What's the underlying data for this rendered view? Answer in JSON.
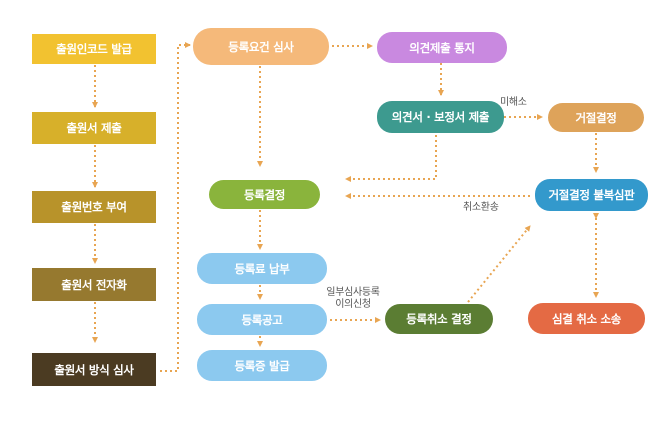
{
  "left_steps": [
    {
      "label": "출원인코드 발급",
      "color": "#f2c230"
    },
    {
      "label": "출원서 제출",
      "color": "#d7b02a"
    },
    {
      "label": "출원번호 부여",
      "color": "#b8932a"
    },
    {
      "label": "출원서 전자화",
      "color": "#96792f"
    },
    {
      "label": "출원서 방식 심사",
      "color": "#4b3b22"
    }
  ],
  "center": {
    "review": "등록요건 심사",
    "decision": "등록결정",
    "fee": "등록료 납부",
    "publication": "등록공고",
    "certificate": "등록증 발급"
  },
  "opinion": {
    "notice": "의견제출 통지",
    "submission": "의견서 · 보정서 제출",
    "rejection": "거절결정",
    "appeal": "거절결정 불복심판",
    "lawsuit": "심결 취소 소송",
    "cancellation": "등록취소 결정"
  },
  "labels": {
    "not_resolved": "미해소",
    "cancel_return": "취소환송",
    "partial_review_line1": "일부심사등록",
    "partial_review_line2": "이의신청"
  },
  "colors": {
    "review": "#f5b97a",
    "notice": "#c989e0",
    "submission": "#3d9a8f",
    "rejection": "#dea35a",
    "appeal": "#3399cc",
    "lawsuit": "#e46a44",
    "decision": "#8ab43c",
    "blue_light": "#8cc9ef",
    "cancellation": "#5b7d33",
    "arrow": "#e8a552"
  }
}
